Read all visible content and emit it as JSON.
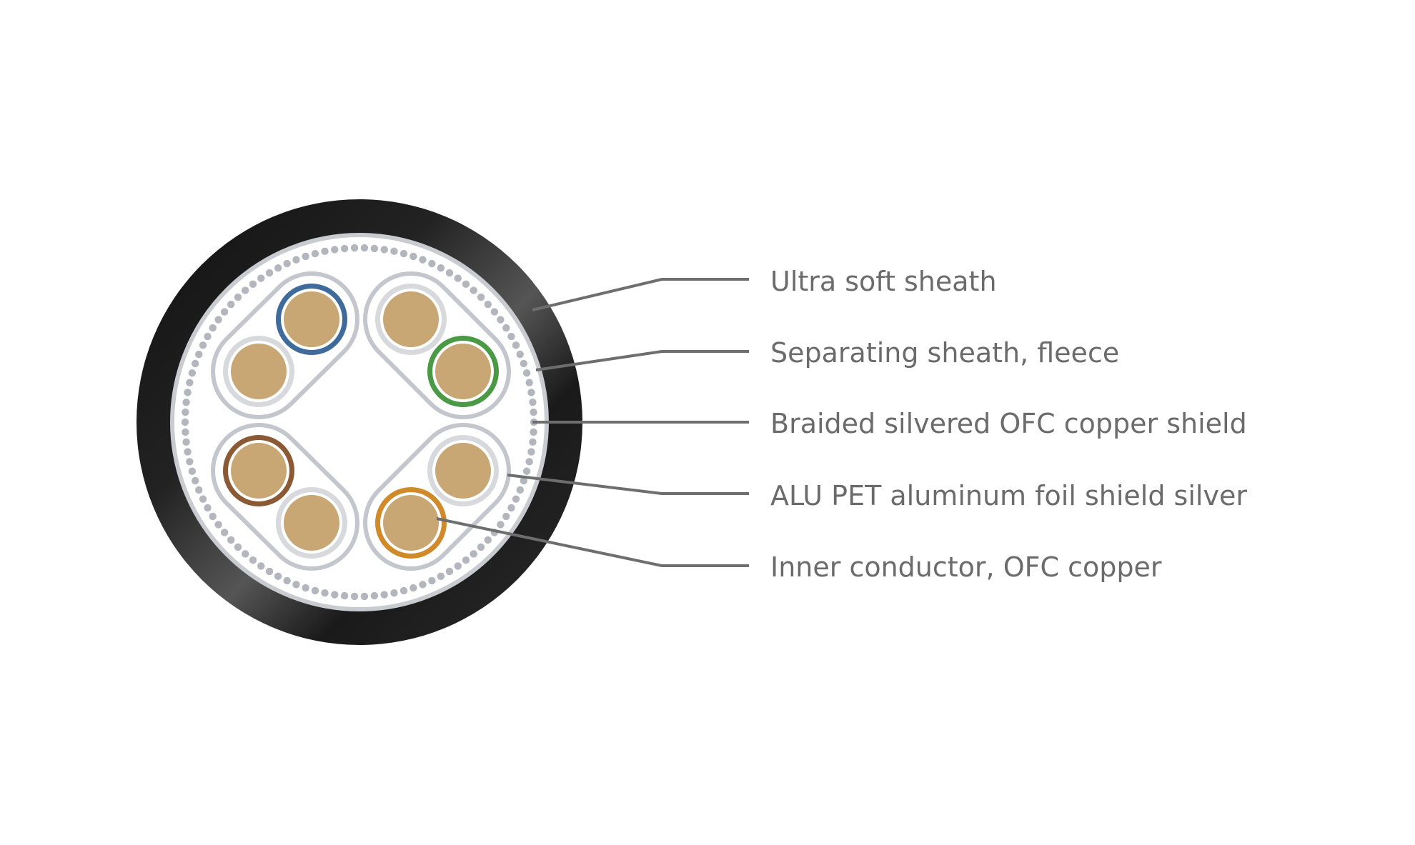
{
  "diagram": {
    "labels": [
      "Ultra soft sheath",
      "Separating sheath, fleece",
      "Braided silvered OFC copper shield",
      "ALU PET aluminum foil shield silver",
      "Inner conductor, OFC copper"
    ],
    "colors": {
      "sheath": "#1a1a1a",
      "copper": "#c8a774",
      "braid": "#b4b6be",
      "foil": "#c4c6ce",
      "pair_colors": [
        "#3f6a9c",
        "#4a9a45",
        "#8b5a35",
        "#d08a2a"
      ],
      "label_text": "#6b6b6b"
    }
  }
}
